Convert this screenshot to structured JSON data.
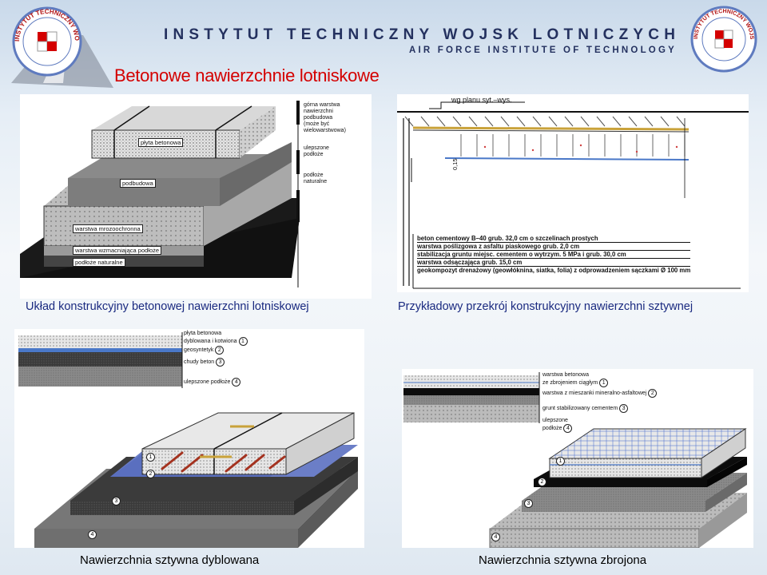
{
  "header": {
    "institute_pl": "INSTYTUT TECHNICZNY WOJSK LOTNICZYCH",
    "institute_en": "AIR FORCE INSTITUTE OF TECHNOLOGY",
    "logo_left_text": "INSTYTUT TECHNICZNY WOJSK LOTNICZYCH",
    "logo_right_text": "INSTYTUT TECHNICZNY WOJSK LOTNICZYCH"
  },
  "title": "Betonowe nawierzchnie lotniskowe",
  "colors": {
    "title": "#d40000",
    "caption": "#1a2a80",
    "header": "#24315f"
  },
  "panel1": {
    "caption": "Układ konstrukcyjny betonowej nawierzchni lotniskowej",
    "legend": [
      "górna warstwa",
      "nawierzchni",
      "podbudowa",
      "(może być",
      "wielowarstwowa)",
      "ulepszone",
      "podłoże",
      "podłoże",
      "naturalne"
    ],
    "labels": {
      "slab": "płyta betonowa",
      "base": "podbudowa",
      "frost": "warstwa mrozoochronna",
      "reinf": "warstwa wzmacniająca podłoże",
      "natural": "podłoże naturalne"
    }
  },
  "panel2": {
    "caption": "Przykładowy przekrój konstrukcyjny nawierzchni sztywnej",
    "grade": "wg planu syt.–wys.",
    "dim": "0,15",
    "rows": [
      "beton cementowy B–40 grub. 32,0 cm o szczelinach prostych",
      "warstwa poślizgowa z asfaltu piaskowego grub. 2,0 cm",
      "stabilizacja gruntu miejsc. cementem o wytrzym. 5 MPa i grub. 30,0 cm",
      "warstwa odsączająca grub. 15,0 cm",
      "geokompozyt drenażowy (geowłóknina, siatka, folia) z odprowadzeniem sączkami Ø 100 mm"
    ]
  },
  "panel3": {
    "caption": "Nawierzchnia sztywna dyblowana",
    "legend": [
      "płyta betonowa",
      "dyblowana i kotwiona",
      "geosyntetyk",
      "chudy beton",
      "ulepszone podłoże"
    ],
    "nums": [
      "1",
      "2",
      "3",
      "4"
    ]
  },
  "panel4": {
    "caption": "Nawierzchnia sztywna zbrojona",
    "legend": [
      "warstwa betonowa",
      "ze zbrojeniem ciągłym",
      "warstwa z mieszanki mineralno-asfaltowej",
      "grunt stabilizowany cementem",
      "ulepszone",
      "podłoże"
    ],
    "nums": [
      "1",
      "2",
      "3",
      "4"
    ]
  }
}
